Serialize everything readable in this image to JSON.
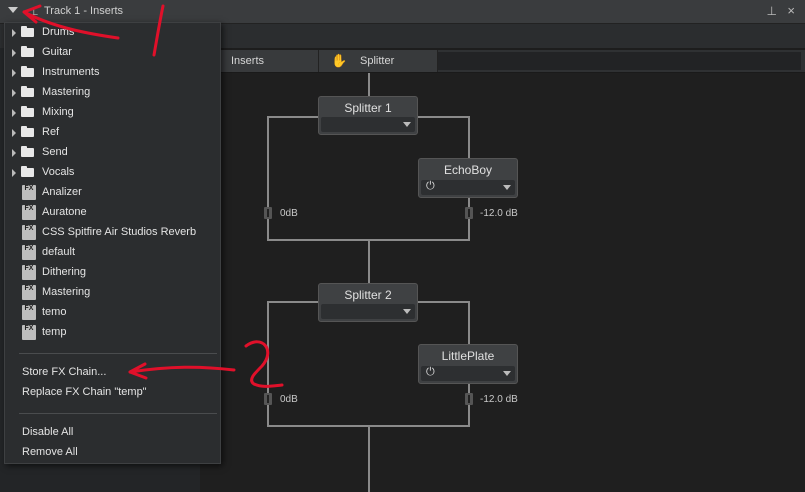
{
  "window": {
    "title": "Track 1 - Inserts"
  },
  "tabs": {
    "inserts": "Inserts",
    "splitter": "Splitter"
  },
  "menu": {
    "folders": [
      "Drums",
      "Guitar",
      "Instruments",
      "Mastering",
      "Mixing",
      "Ref",
      "Send",
      "Vocals"
    ],
    "presets": [
      "Analizer",
      "Auratone",
      "CSS Spitfire Air Studios Reverb",
      "default",
      "Dithering",
      "Mastering",
      "temo",
      "temp"
    ],
    "fx_icon_text": "FX",
    "store": "Store FX Chain...",
    "replace": "Replace FX Chain \"temp\"",
    "disable_all": "Disable All",
    "remove_all": "Remove All"
  },
  "nodes": {
    "splitter1": "Splitter 1",
    "echoboy": "EchoBoy",
    "splitter2": "Splitter 2",
    "littleplate": "LittlePlate"
  },
  "levels": {
    "a_left": "0dB",
    "a_right": "-12.0 dB",
    "b_left": "0dB",
    "b_right": "-12.0 dB"
  },
  "annotations": {
    "num1": "1",
    "num2": "2",
    "color": "#e0102a"
  }
}
